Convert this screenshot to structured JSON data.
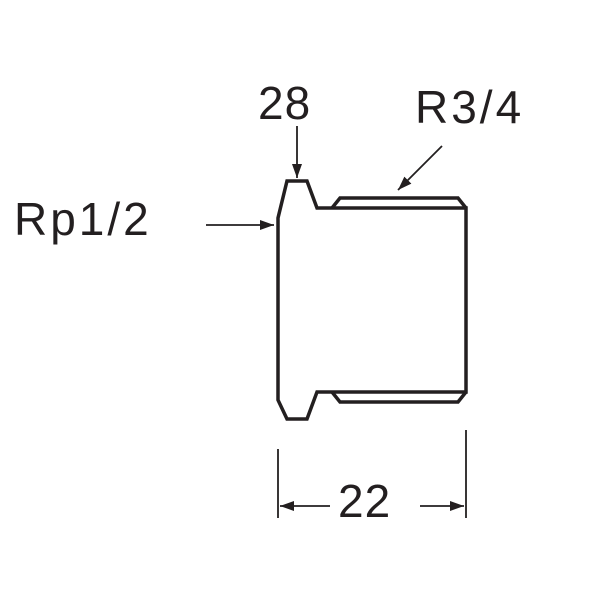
{
  "drawing": {
    "title": "Reducing socket / adapter dimension drawing",
    "labels": {
      "flange_diameter": "28",
      "male_thread": "R3/4",
      "female_thread": "Rp1/2",
      "length": "22"
    },
    "units": "mm",
    "colors": {
      "line": "#231f20",
      "background": "#ffffff"
    }
  }
}
